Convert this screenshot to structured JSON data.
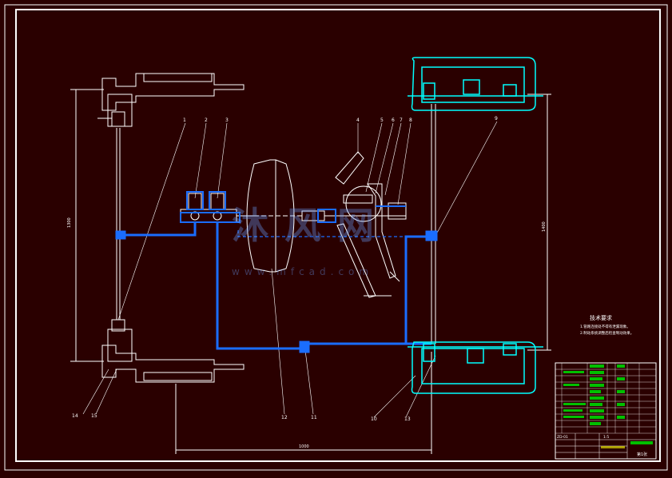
{
  "colors": {
    "background": "#2a0000",
    "frame": "#ffffff",
    "pipe": "#1a6dff",
    "wheel": "#00ffff",
    "table_green": "#00c000",
    "accent_yellow": "#ffff00"
  },
  "callouts": {
    "c1": "1",
    "c2": "2",
    "c3": "3",
    "c4": "4",
    "c5": "5",
    "c6": "6",
    "c7": "7",
    "c8": "8",
    "c9": "9",
    "c10": "10",
    "c11": "11",
    "c12": "12",
    "c13": "13",
    "c14": "14",
    "c15": "15"
  },
  "dimensions": {
    "bottom": "1000",
    "left": "1300",
    "right": "1400"
  },
  "watermark": {
    "main": "沐风网",
    "url": "www.mfcad.com"
  },
  "tech_notes": {
    "title": "技术要求",
    "line1": "1.管路连接处不得有泄漏现象。",
    "line2": "2.制动系统调整后检查制动效果。"
  },
  "title_block": {
    "code": "ZD-01",
    "scale": "1:5",
    "sheet": "第1张"
  }
}
